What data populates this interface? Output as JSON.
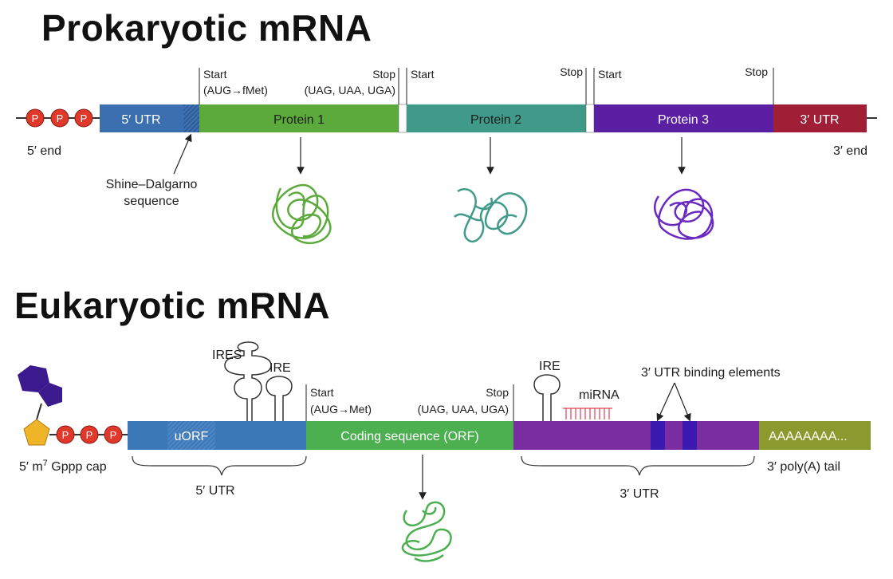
{
  "prokaryotic": {
    "title": "Prokaryotic mRNA",
    "phosphate": "P",
    "utr5_label": "5′ UTR",
    "protein1_label": "Protein 1",
    "protein2_label": "Protein 2",
    "protein3_label": "Protein 3",
    "utr3_label": "3′ UTR",
    "start1_label": "Start",
    "start1_sub": "(AUG→fMet)",
    "stop1_label": "Stop",
    "stop1_sub": "(UAG, UAA, UGA)",
    "start2_label": "Start",
    "stop2_label": "Stop",
    "start3_label": "Start",
    "stop3_label": "Stop",
    "end5_label": "5′ end",
    "end3_label": "3′ end",
    "sd_label_1": "Shine–Dalgarno",
    "sd_label_2": "sequence",
    "colors": {
      "utr5": "#3b6fb0",
      "protein1": "#5daa3c",
      "protein2": "#3f9a8a",
      "protein3": "#5a1fa3",
      "utr3": "#a01e36",
      "phosphate": "#e0392b"
    }
  },
  "eukaryotic": {
    "title": "Eukaryotic mRNA",
    "phosphate": "P",
    "uorf_label": "uORF",
    "ires_label": "IRES",
    "ire_label_1": "IRE",
    "ire_label_2": "IRE",
    "start_label": "Start",
    "start_sub": "(AUG→Met)",
    "stop_label": "Stop",
    "stop_sub": "(UAG, UAA, UGA)",
    "orf_label": "Coding sequence (ORF)",
    "mirna_label": "miRNA",
    "binding_label": "3′ UTR binding elements",
    "polya_text": "AAAAAAAA...",
    "cap_label_pre": "5′ m",
    "cap_label_sup": "7",
    "cap_label_post": " Gppp cap",
    "utr5_brace_label": "5′ UTR",
    "utr3_brace_label": "3′ UTR",
    "polya_label": "3′ poly(A) tail",
    "colors": {
      "utr5": "#3b78b8",
      "orf": "#4caf50",
      "utr3": "#7a2da0",
      "polya": "#8a9a2e",
      "cap_pentagon": "#f0b429",
      "purine": "#3a1a8c",
      "mirna": "#e04050"
    }
  }
}
